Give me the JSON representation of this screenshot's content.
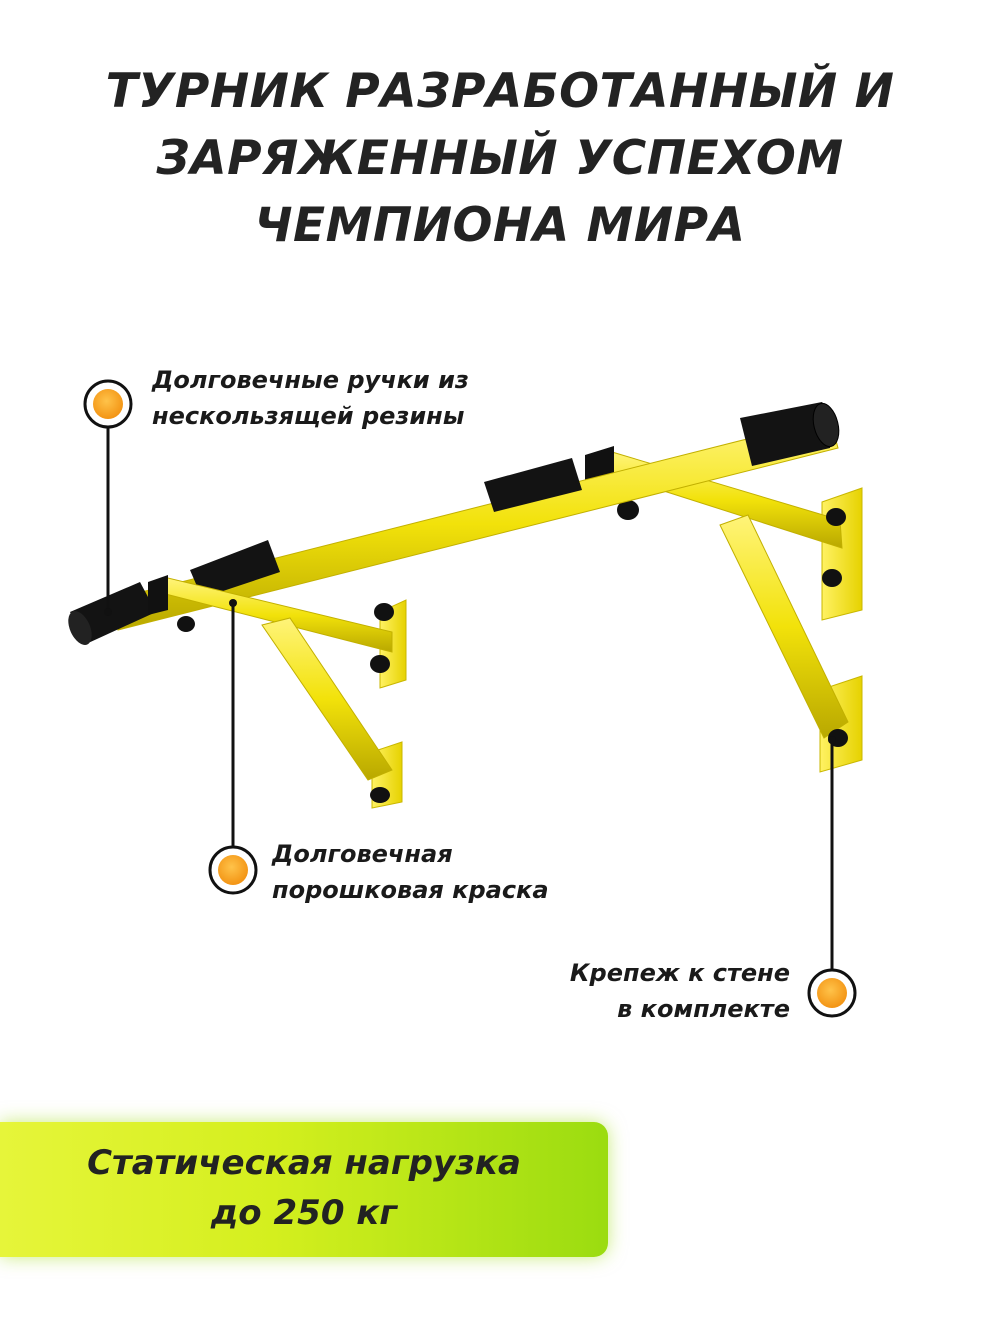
{
  "title": {
    "line1": "ТУРНИК РАЗРАБОТАННЫЙ И",
    "line2": "ЗАРЯЖЕННЫЙ УСПЕХОМ",
    "line3": "ЧЕМПИОНА МИРА"
  },
  "callouts": {
    "handles": {
      "line1": "Долговечные ручки из",
      "line2": "нескользящей резины"
    },
    "paint": {
      "line1": "Долговечная",
      "line2": "порошковая краска"
    },
    "mount": {
      "line1": "Крепеж к стене",
      "line2": "в комплекте"
    }
  },
  "banner": {
    "line1": "Статическая нагрузка",
    "line2": "до 250 кг"
  },
  "colors": {
    "frame": "#f2e20a",
    "grip": "#111111",
    "marker": "#f6a21a",
    "banner_start": "#e6f53a",
    "banner_end": "#9bdc10"
  }
}
